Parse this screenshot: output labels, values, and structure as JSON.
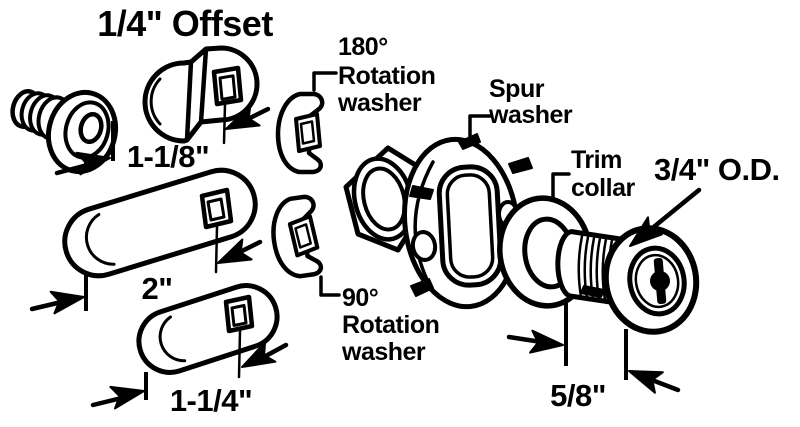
{
  "figure": {
    "background_color": "#ffffff",
    "line_color": "#000000",
    "title": "1/4\" Offset",
    "part_labels": {
      "rotation_washer_180": {
        "line1": "180°",
        "line2": "Rotation",
        "line3": "washer"
      },
      "rotation_washer_90": {
        "line1": "90°",
        "line2": "Rotation",
        "line3": "washer"
      },
      "spur_washer": {
        "line1": "Spur",
        "line2": "washer"
      },
      "trim_collar": {
        "line1": "Trim",
        "line2": "collar"
      },
      "outer_diameter": "3/4\" O.D."
    },
    "dimensions": {
      "offset_cam_length": "1-1/8\"",
      "long_cam_length": "2\"",
      "short_cam_length": "1-1/4\"",
      "cylinder_length": "5/8\""
    }
  }
}
